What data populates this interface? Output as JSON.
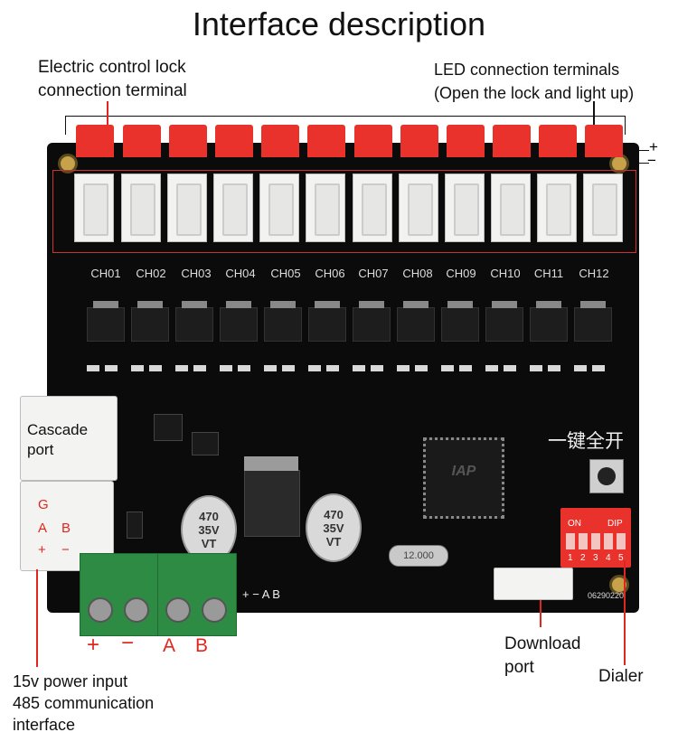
{
  "title": "Interface description",
  "labels": {
    "lock_line1": "Electric control lock",
    "lock_line2": "connection terminal",
    "led_line1": "LED connection terminals",
    "led_line2": "(Open the lock and light up)",
    "plus": "+",
    "minus": "−",
    "cascade_line1": "Cascade",
    "cascade_line2": "port",
    "one_key": "一键全开",
    "download_line1": "Download",
    "download_line2": "port",
    "dialer": "Dialer",
    "power_line1": "15v power input",
    "power_line2": "485 communication",
    "power_line3": "interface"
  },
  "channels": [
    "CH01",
    "CH02",
    "CH03",
    "CH04",
    "CH05",
    "CH06",
    "CH07",
    "CH08",
    "CH09",
    "CH10",
    "CH11",
    "CH12"
  ],
  "port_pins": {
    "g": "G",
    "a": "A",
    "b": "B",
    "plus": "+",
    "minus": "−"
  },
  "terminal_labels": {
    "plus": "+",
    "minus": "−",
    "a": "A",
    "b": "B"
  },
  "silk_terminal": "+ − A B",
  "caps": {
    "value": "470",
    "voltage": "35V",
    "unit": "VT"
  },
  "crystal": "12.000",
  "dip": {
    "on": "ON",
    "name": "DIP",
    "numbers": [
      "1",
      "2",
      "3",
      "4",
      "5"
    ]
  },
  "mcu_text": "IAP",
  "board_code": "06290220"
}
